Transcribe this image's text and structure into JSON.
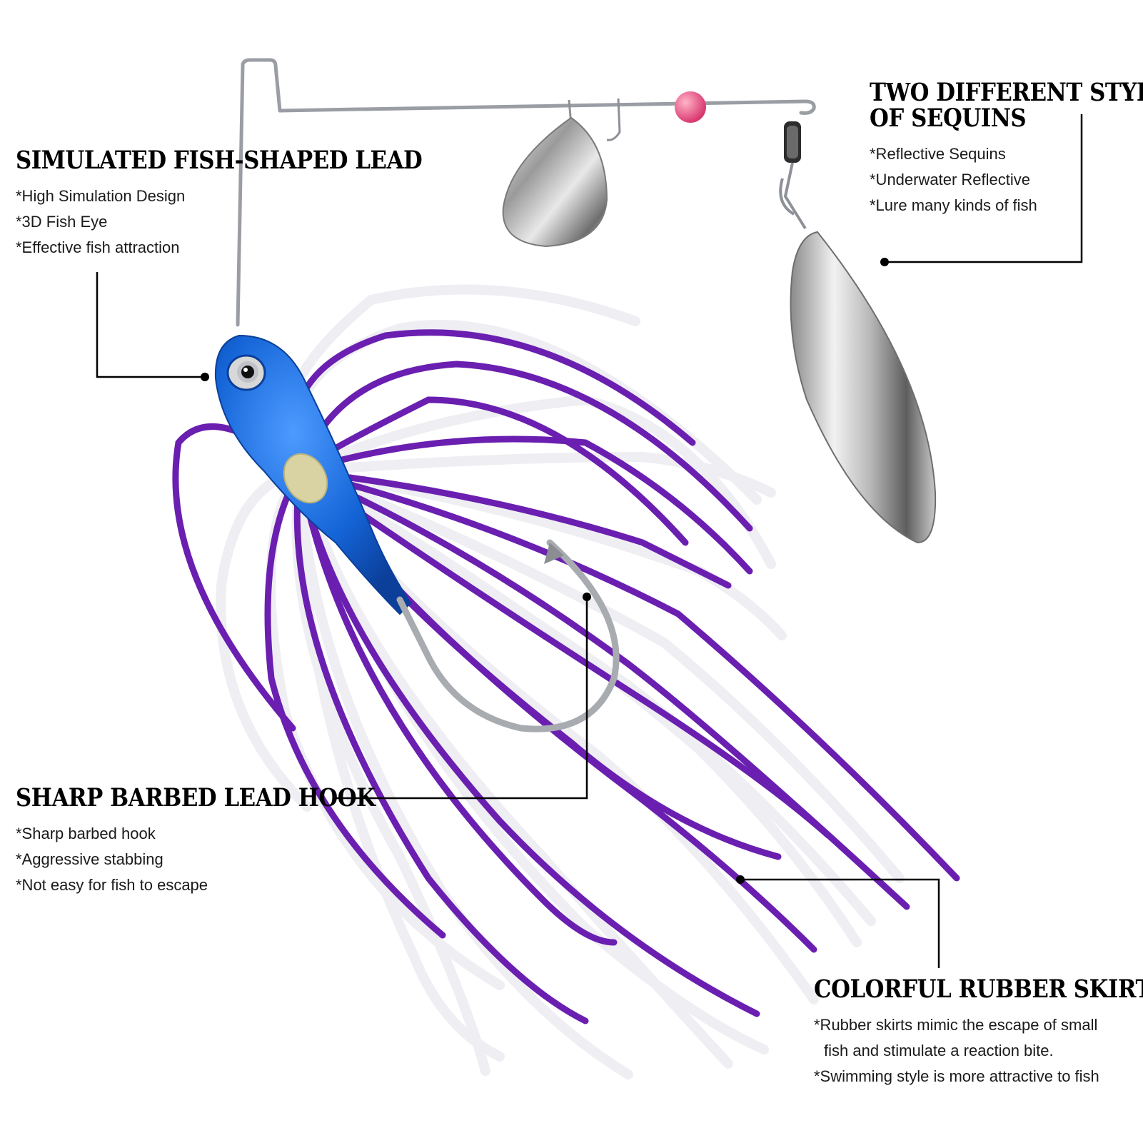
{
  "callouts": {
    "lead": {
      "title": "SIMULATED FISH-SHAPED LEAD",
      "lines": [
        "*High Simulation Design",
        "*3D Fish Eye",
        "*Effective fish attraction"
      ]
    },
    "sequins": {
      "title_line1": "TWO DIFFERENT STYLES",
      "title_line2": "OF SEQUINS",
      "lines": [
        "*Reflective Sequins",
        "*Underwater Reflective",
        "*Lure many kinds of fish"
      ]
    },
    "hook": {
      "title": "SHARP BARBED LEAD HOOK",
      "lines": [
        "*Sharp barbed hook",
        "*Aggressive stabbing",
        "*Not easy for fish to escape"
      ]
    },
    "skirts": {
      "title": "COLORFUL RUBBER SKIRTS",
      "lines": [
        "*Rubber skirts mimic the escape of small",
        "fish and stimulate a reaction bite.",
        "*Swimming style is more attractive to fish"
      ]
    }
  },
  "colors": {
    "skirt_purple": "#6a1fb0",
    "skirt_white": "#f3f3f7",
    "head_blue": "#1565d8",
    "bead_pink": "#e0487a",
    "wire": "#9a9ea4",
    "callout_line": "#000000"
  }
}
